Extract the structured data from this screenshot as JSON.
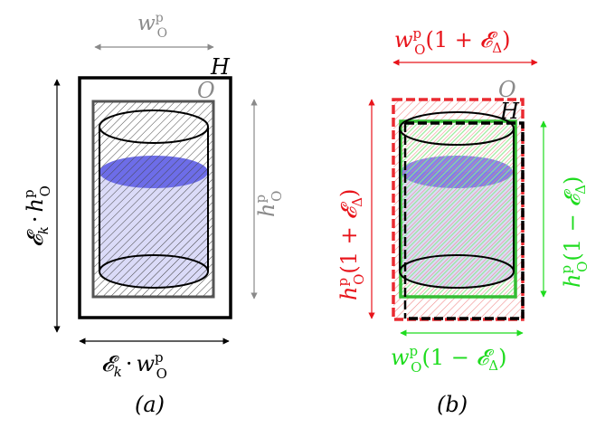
{
  "panel_a": {
    "caption": "(a)",
    "top_dim": "w_O^p",
    "top_dim_parts": {
      "base": "w",
      "sup": "p",
      "sub": "O"
    },
    "label_H": "H",
    "label_O": "O",
    "left_dim": "𝓔_k · h_O^p",
    "left_dim_parts": {
      "factor": "𝓔",
      "factor_sub": "k",
      "dot": "·",
      "base": "h",
      "sup": "p",
      "sub": "O"
    },
    "right_dim": "h_O^p",
    "right_dim_parts": {
      "base": "h",
      "sup": "p",
      "sub": "O"
    },
    "bottom_dim": "𝓔_k · w_O^p",
    "bottom_dim_parts": {
      "factor": "𝓔",
      "factor_sub": "k",
      "dot": "·",
      "base": "w",
      "sup": "p",
      "sub": "O"
    }
  },
  "panel_b": {
    "caption": "(b)",
    "label_O": "O",
    "label_H": "H",
    "top_dim": "w_O^p(1 + 𝓔_Δ)",
    "top_dim_parts": {
      "base": "w",
      "sup": "p",
      "sub": "O",
      "open": "(1 + ",
      "factor": "𝓔",
      "factor_sub": "Δ",
      "close": ")"
    },
    "left_dim": "h_O^p(1 + 𝓔_Δ)",
    "left_dim_parts": {
      "base": "h",
      "sup": "p",
      "sub": "O",
      "open": "(1 + ",
      "factor": "𝓔",
      "factor_sub": "Δ",
      "close": ")"
    },
    "right_dim": "h_O^p(1 − 𝓔_Δ)",
    "right_dim_parts": {
      "base": "h",
      "sup": "p",
      "sub": "O",
      "open": "(1 − ",
      "factor": "𝓔",
      "factor_sub": "Δ",
      "close": ")"
    },
    "bottom_dim": "w_O^p(1 − 𝓔_Δ)",
    "bottom_dim_parts": {
      "base": "w",
      "sup": "p",
      "sub": "O",
      "open": "(1 − ",
      "factor": "𝓔",
      "factor_sub": "Δ",
      "close": ")"
    }
  },
  "colors": {
    "black": "#000000",
    "gray": "#8a8a8a",
    "box_gray": "#555555",
    "red": "#e8141b",
    "green": "#1fdc1f",
    "liquid": "#6d6de8",
    "liquid_light": "#ccccf5"
  }
}
